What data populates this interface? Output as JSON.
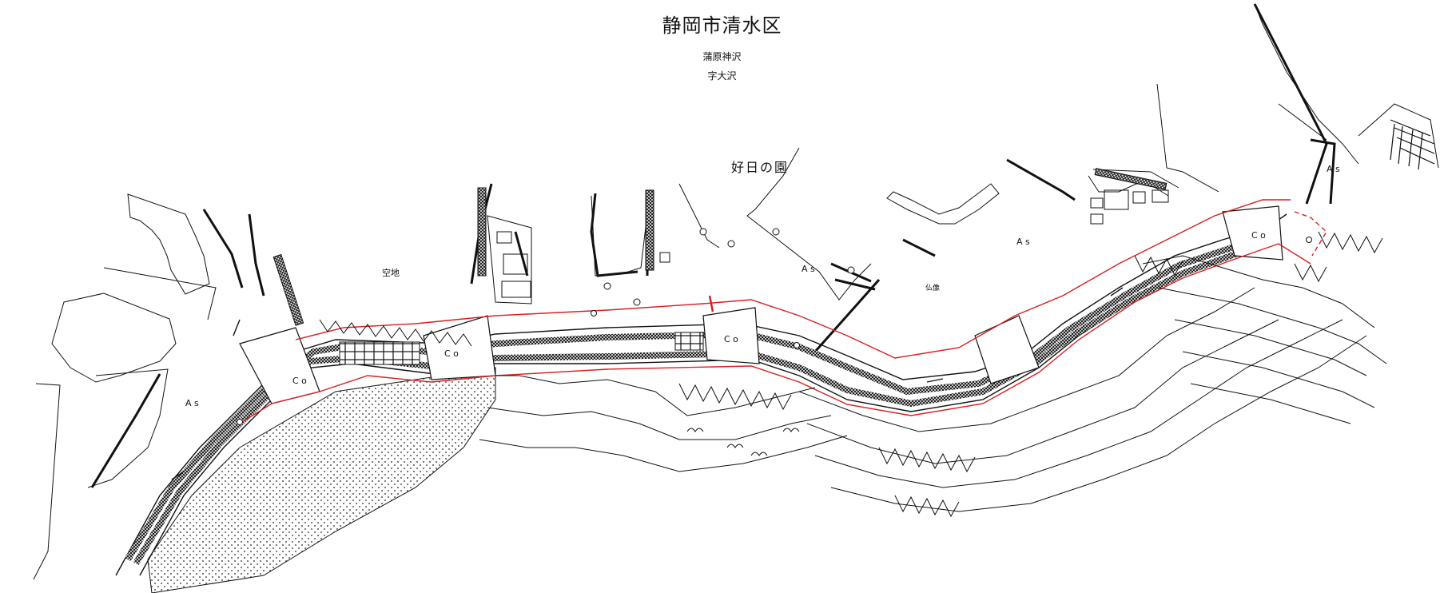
{
  "map": {
    "title": "静岡市清水区",
    "district": "蒲原神沢",
    "section": "字大沢",
    "place_name": "好日の園",
    "vacant_lot_label": "空地",
    "shrine_label": "仏像",
    "surface_labels": {
      "asphalt": "A s",
      "concrete": "C o"
    },
    "boundary_color": "#d62020",
    "line_color": "#111111"
  }
}
